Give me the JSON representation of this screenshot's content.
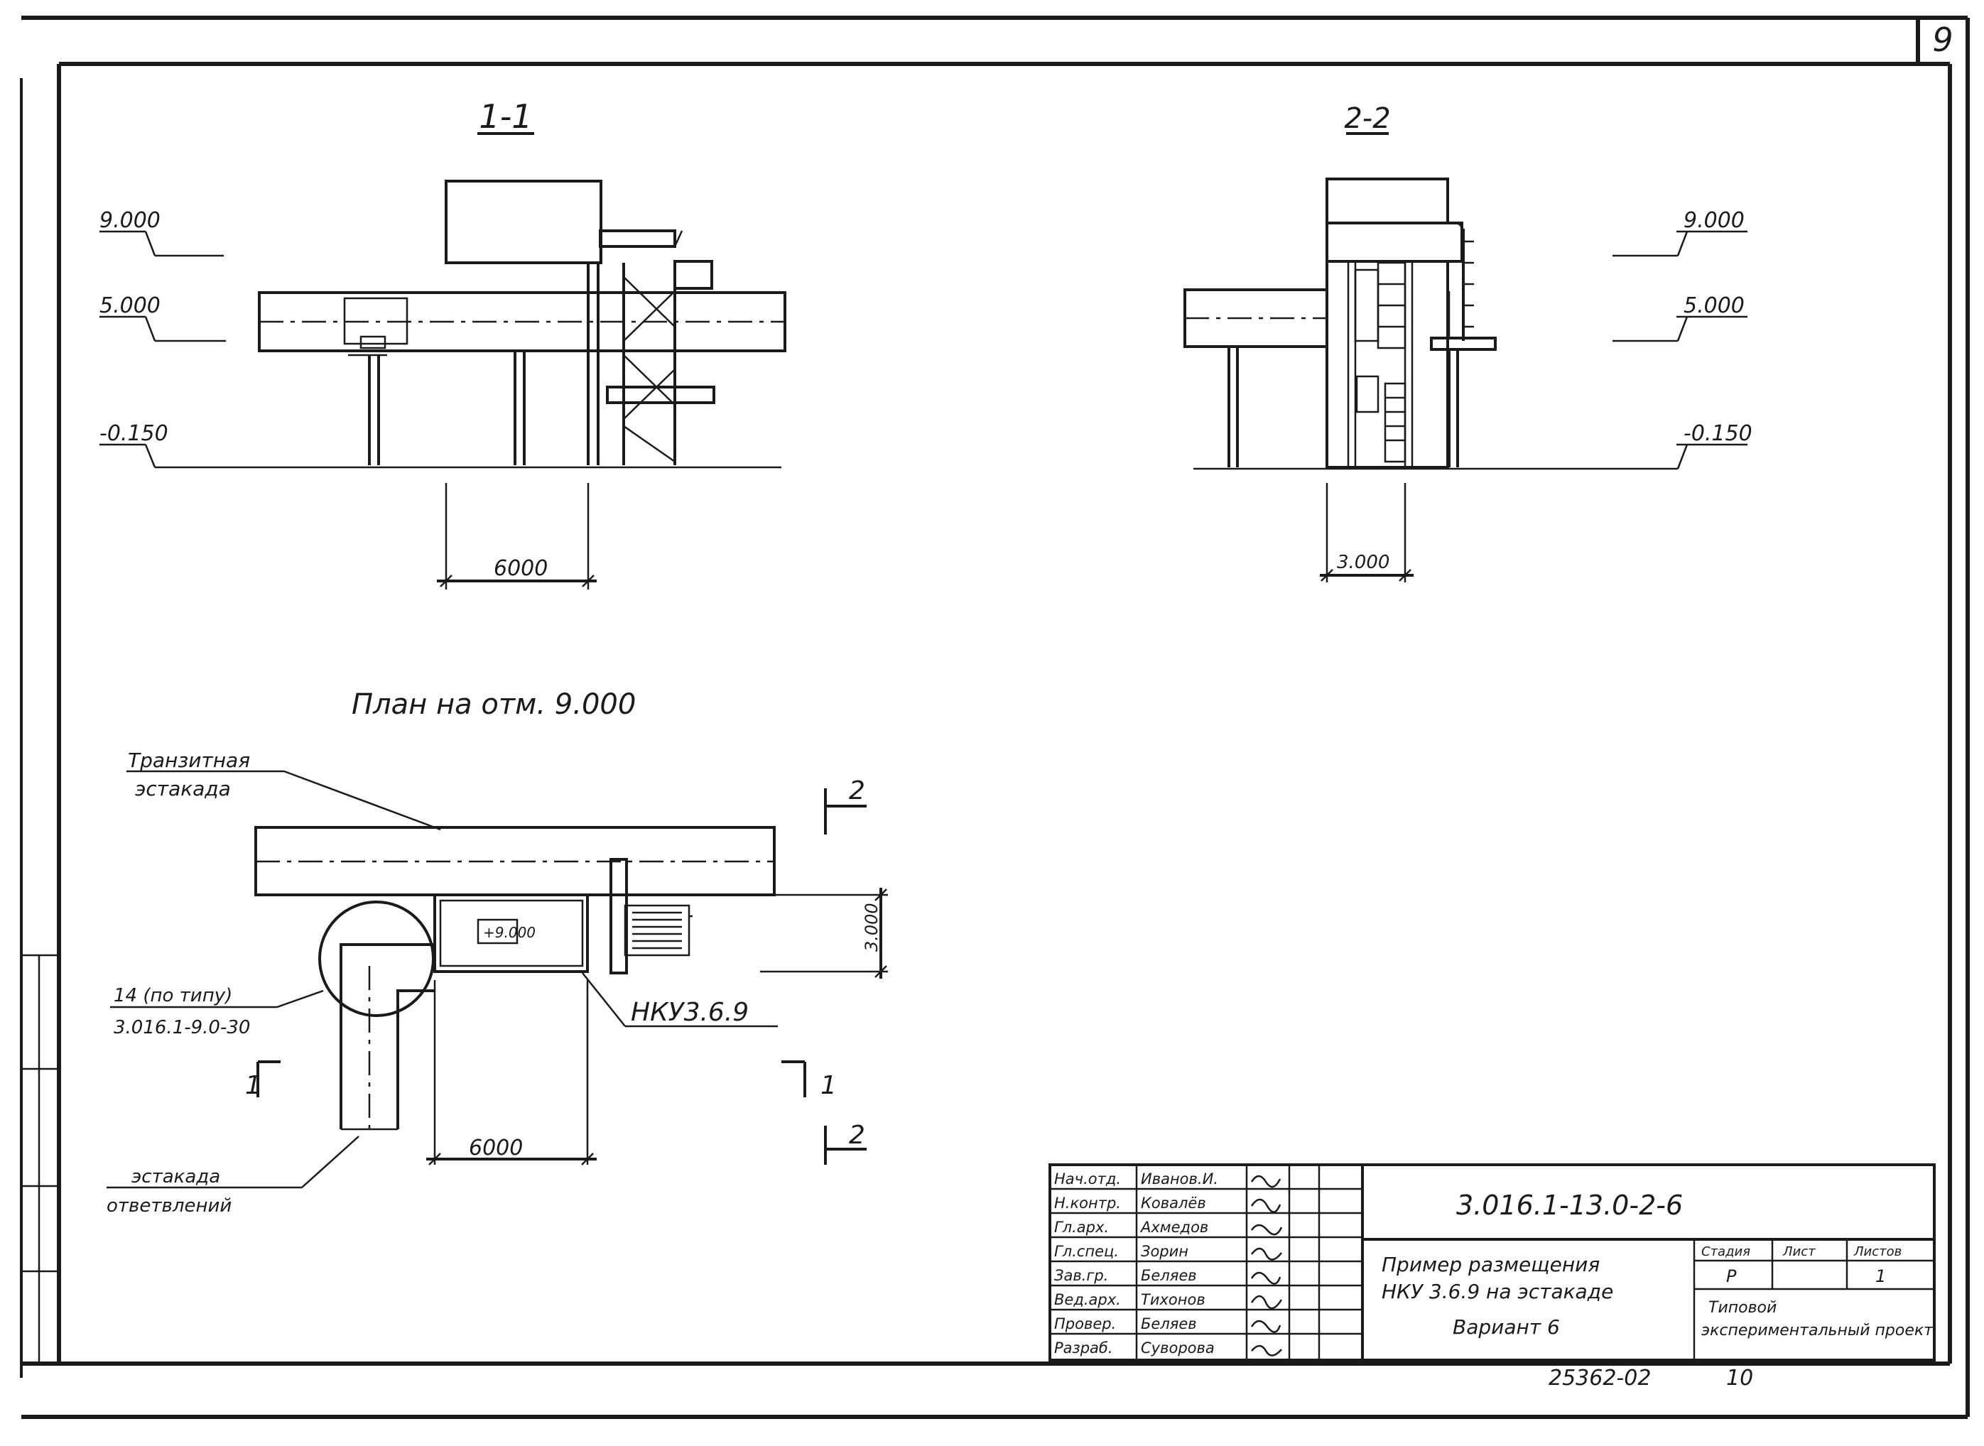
{
  "sheet": {
    "page_number": "9",
    "doc_code": "3.016.1-13.0-2-6",
    "archive_number": "25362-02",
    "archive_suffix": "10"
  },
  "views": {
    "section_1": {
      "title": "1-1",
      "levels": [
        "9.000",
        "5.000",
        "-0.150"
      ],
      "dimension": "6000"
    },
    "section_2": {
      "title": "2-2",
      "levels": [
        "9.000",
        "5.000",
        "-0.150"
      ],
      "dimension": "3.000"
    },
    "plan": {
      "title": "План на отм. 9.000",
      "transit_label_1": "Транзитная",
      "transit_label_2": "эстакада",
      "platform_level": "+9.000",
      "side_dimension": "3.000",
      "bottom_dimension": "6000",
      "unit_label": "НКУ3.6.9",
      "node_label": "14 (по типу)",
      "node_ref": "3.016.1-9.0-30",
      "branch_label_1": "эстакада",
      "branch_label_2": "ответвлений",
      "cut_marks": [
        "1",
        "1",
        "2",
        "2"
      ]
    }
  },
  "title_block": {
    "stamp": [
      {
        "role": "Нач.отд.",
        "name": "Иванов.И."
      },
      {
        "role": "Н.контр.",
        "name": "Ковалёв"
      },
      {
        "role": "Гл.арх.",
        "name": "Ахмедов"
      },
      {
        "role": "Гл.спец.",
        "name": "Зорин"
      },
      {
        "role": "Зав.гр.",
        "name": "Беляев"
      },
      {
        "role": "Вед.арх.",
        "name": "Тихонов"
      },
      {
        "role": "Провер.",
        "name": "Беляев"
      },
      {
        "role": "Разраб.",
        "name": "Суворова"
      }
    ],
    "name_line_1": "Пример размещения",
    "name_line_2": "НКУ 3.6.9 на эстакаде",
    "name_line_3": "Вариант 6",
    "stage_header": "Стадия",
    "sheet_header": "Лист",
    "sheets_header": "Листов",
    "stage_value": "Р",
    "sheet_value": "1",
    "org_line_1": "Типовой",
    "org_line_2": "экспериментальный проект"
  }
}
